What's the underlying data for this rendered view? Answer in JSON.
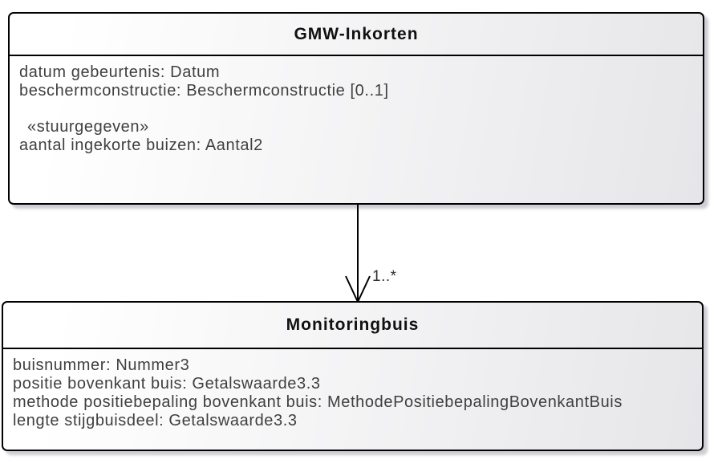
{
  "diagram": {
    "type": "uml-class-diagram",
    "classes": [
      {
        "title": "GMW-Inkorten",
        "attributes": [
          "datum gebeurtenis: Datum",
          "beschermconstructie: Beschermconstructie [0..1]",
          "«stuurgegeven»",
          "aantal ingekorte buizen: Aantal2"
        ]
      },
      {
        "title": "Monitoringbuis",
        "attributes": [
          "buisnummer: Nummer3",
          "positie bovenkant buis: Getalswaarde3.3",
          "methode positiebepaling bovenkant buis: MethodePositiebepalingBovenkantBuis",
          "lengte stijgbuisdeel: Getalswaarde3.3"
        ]
      }
    ],
    "connector": {
      "multiplicity": "1..*"
    },
    "colors": {
      "canvas_background": "#ffffff",
      "box_border": "#000000",
      "box_fill_start": "#ffffff",
      "box_fill_end": "#e6e6e9",
      "box_shadow": "#91919e",
      "title_text": "#111111",
      "attribute_text": "#3f3f3f"
    }
  }
}
